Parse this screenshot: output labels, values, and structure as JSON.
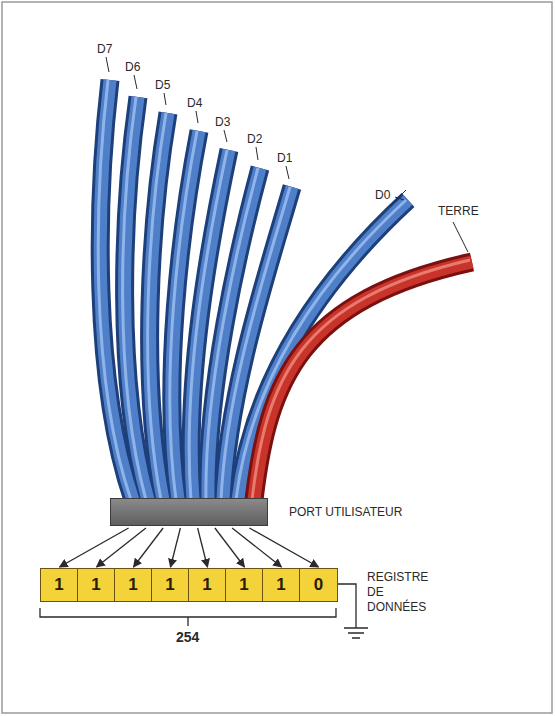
{
  "diagram": {
    "nodes": [
      {
        "text": [
          "PORT UTILISATEUR"
        ]
      },
      {
        "text": [
          "REGISTRE DE DONNÉES"
        ]
      },
      {
        "text": [
          "1"
        ],
        "in": 1
      },
      {
        "text": [
          "1"
        ],
        "in": 1
      },
      {
        "text": [
          "1"
        ],
        "in": 1
      },
      {
        "text": [
          "1"
        ],
        "in": 1
      },
      {
        "text": [
          "1"
        ],
        "in": 1
      },
      {
        "text": [
          "1"
        ],
        "in": 1
      },
      {
        "text": [
          "1"
        ],
        "in": 1
      },
      {
        "text": [
          "0"
        ],
        "in": 1
      }
    ],
    "edges": [
      {
        "from": 0,
        "to": 2,
        "arrow": "to"
      },
      {
        "from": 0,
        "to": 3,
        "arrow": "to"
      },
      {
        "from": 0,
        "to": 4,
        "arrow": "to"
      },
      {
        "from": 0,
        "to": 5,
        "arrow": "to"
      },
      {
        "from": 0,
        "to": 6,
        "arrow": "to"
      },
      {
        "from": 0,
        "to": 7,
        "arrow": "to"
      },
      {
        "from": 0,
        "to": 8,
        "arrow": "to"
      },
      {
        "from": 0,
        "to": 9,
        "arrow": "to"
      }
    ],
    "labels": [
      "D7",
      "D6",
      "D5",
      "D4",
      "D3",
      "D2",
      "D1",
      "D0",
      "TERRE",
      "254"
    ]
  }
}
